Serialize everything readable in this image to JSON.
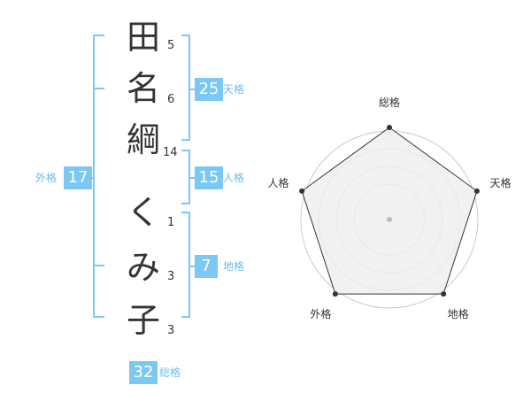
{
  "name": {
    "chars": [
      "田",
      "名",
      "綱",
      "く",
      "み",
      "子"
    ],
    "strokes": [
      "5",
      "6",
      "14",
      "1",
      "3",
      "3"
    ]
  },
  "fortunes": {
    "tenkaku": {
      "label": "天格",
      "value": "25"
    },
    "jinkaku": {
      "label": "人格",
      "value": "15"
    },
    "chikaku": {
      "label": "地格",
      "value": "7"
    },
    "gaikaku": {
      "label": "外格",
      "value": "17"
    },
    "soukaku": {
      "label": "総格",
      "value": "32"
    }
  },
  "chart_data": {
    "type": "radar",
    "axes": [
      "総格",
      "天格",
      "地格",
      "外格",
      "人格"
    ],
    "levels": 4,
    "values": [
      4,
      4,
      4,
      4,
      4
    ],
    "colors": {
      "line": "#333333",
      "fill": "#eeeeee",
      "ring": "#cccccc",
      "center": "#bbbbbb"
    }
  },
  "colors": {
    "accent": "#7cc8f4",
    "accent_text": "#6bbde9",
    "bracket": "#7cc8f4"
  }
}
